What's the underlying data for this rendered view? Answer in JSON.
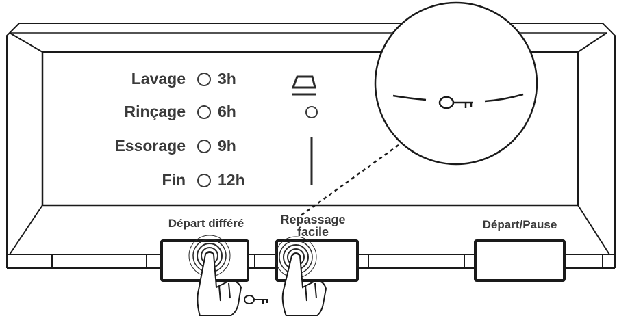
{
  "program_steps": [
    {
      "label": "Lavage",
      "time": "3h"
    },
    {
      "label": "Rinçage",
      "time": "6h"
    },
    {
      "label": "Essorage",
      "time": "9h"
    },
    {
      "label": "Fin",
      "time": "12h"
    }
  ],
  "buttons": {
    "delay_start": "Départ différé",
    "easy_iron_line1": "Repassage",
    "easy_iron_line2": "facile",
    "start_pause": "Départ/Pause"
  },
  "icons": {
    "iron": "iron-icon",
    "key": "key-lock-icon",
    "hand": "pointing-hand-icon"
  },
  "colors": {
    "outline": "#1a1a1a",
    "text": "#3a3a3a",
    "background": "#ffffff"
  }
}
